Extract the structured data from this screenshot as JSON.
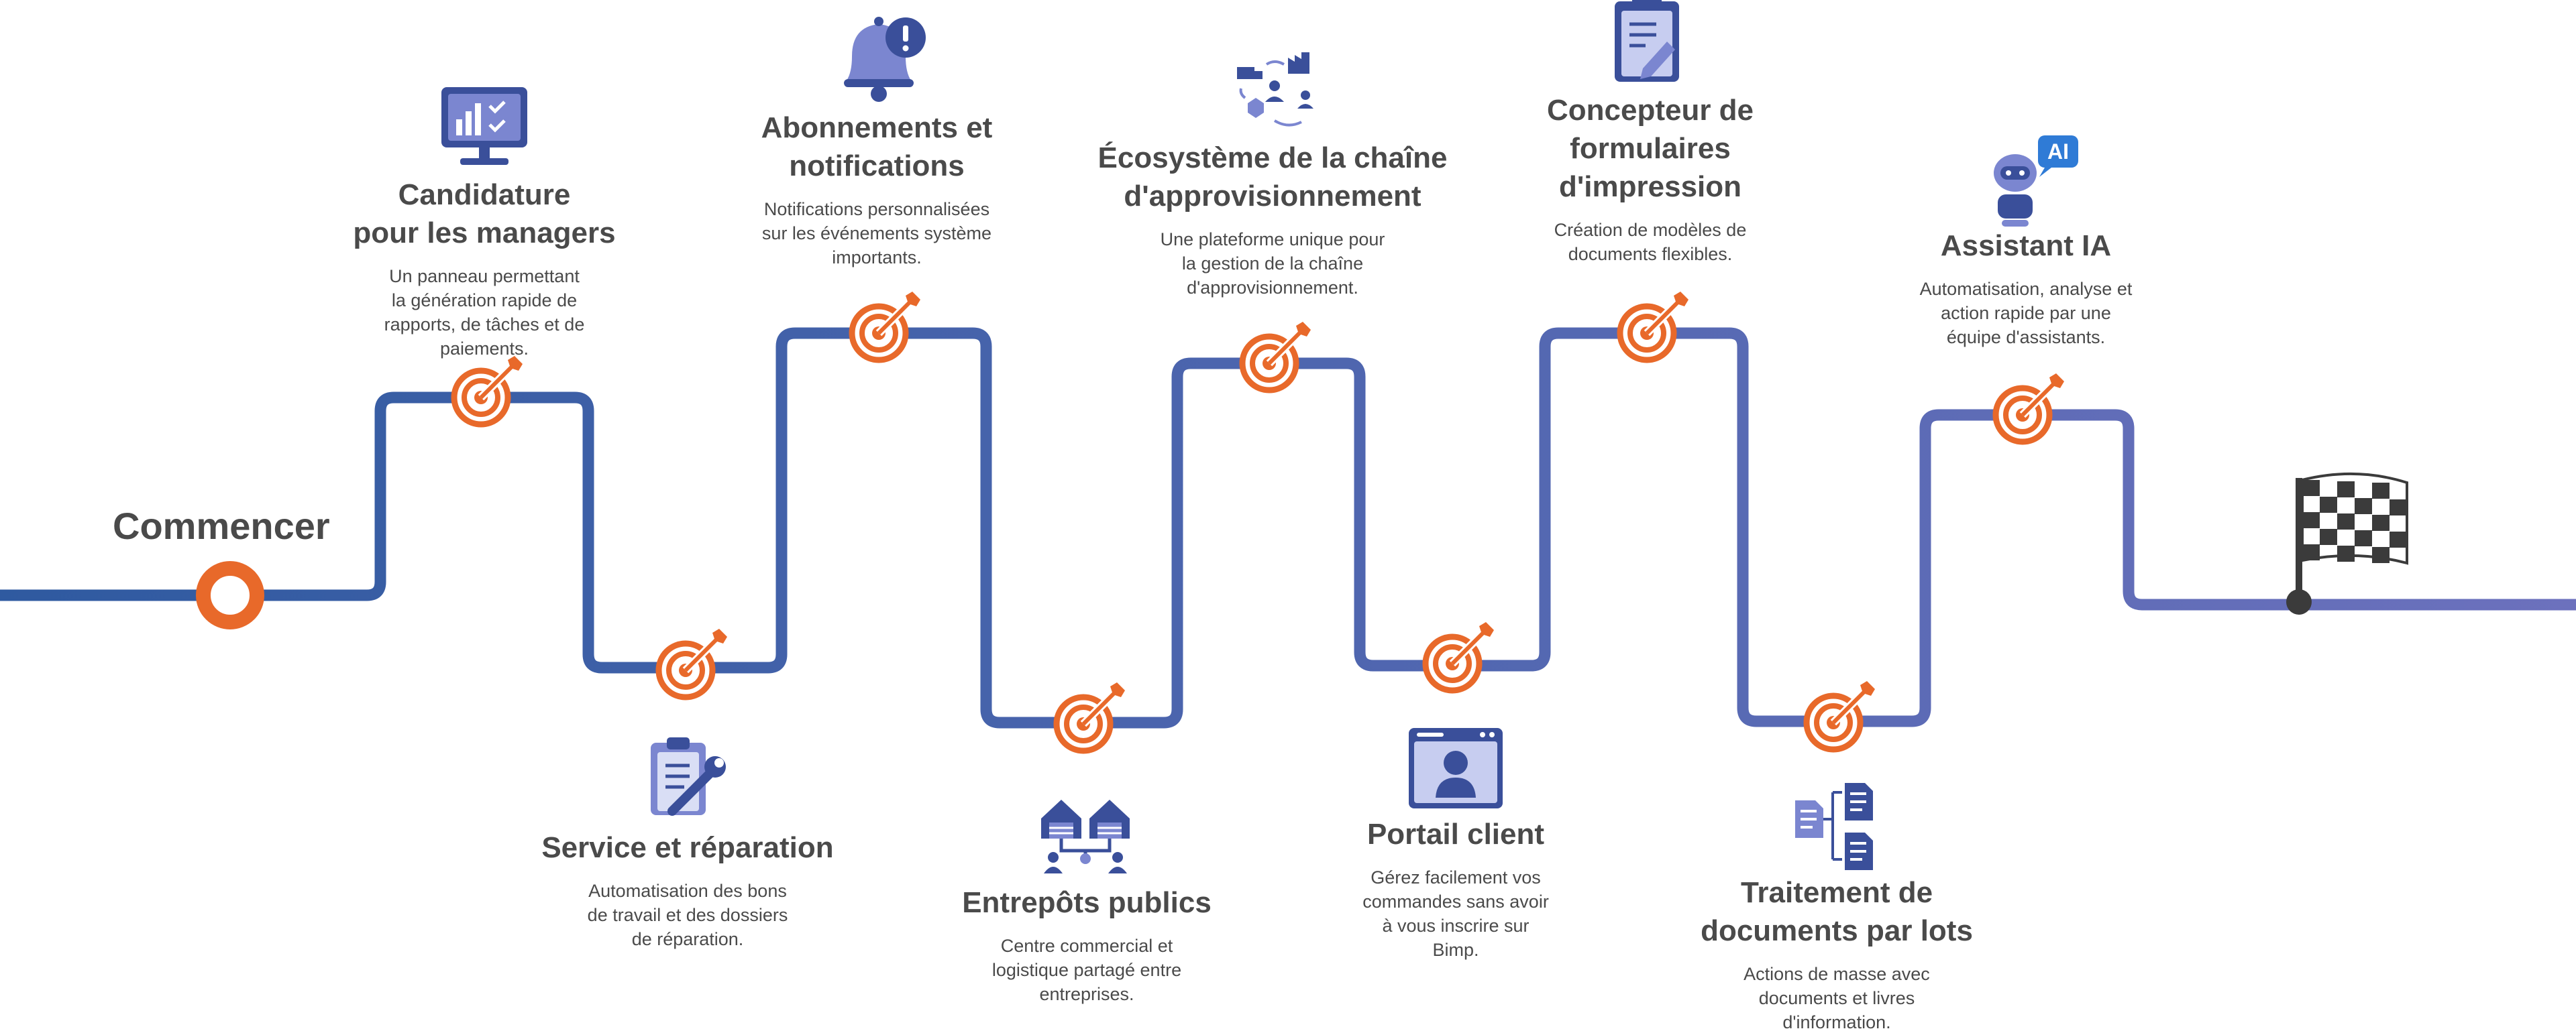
{
  "start": {
    "label": "Commencer"
  },
  "colors": {
    "path_start": "#2f5aa0",
    "path_end": "#6c71bd",
    "target": "#e8692a",
    "icon_dark": "#3a4f9a",
    "icon_light": "#7b86d0",
    "text": "#4a4a4a",
    "flag": "#3b3b3b"
  },
  "milestones": [
    {
      "id": "candidature",
      "icon": "monitor-dashboard-icon",
      "title": "Candidature\npour les managers",
      "desc": "Un panneau permettant\nla génération rapide de\nrapports, de tâches et de\npaiements."
    },
    {
      "id": "service",
      "icon": "clipboard-wrench-icon",
      "title": "Service et réparation",
      "desc": "Automatisation des bons\nde travail et des dossiers\nde réparation."
    },
    {
      "id": "abonnements",
      "icon": "bell-alert-icon",
      "title": "Abonnements et\nnotifications",
      "desc": "Notifications personnalisées\nsur les événements système\nimportants."
    },
    {
      "id": "entrepots",
      "icon": "warehouse-network-icon",
      "title": "Entrepôts publics",
      "desc": "Centre commercial et\nlogistique partagé entre\nentreprises."
    },
    {
      "id": "ecosysteme",
      "icon": "supply-chain-icon",
      "title": "Écosystème de la chaîne\nd'approvisionnement",
      "desc": "Une plateforme unique pour\nla gestion de la chaîne\nd'approvisionnement."
    },
    {
      "id": "portail",
      "icon": "user-window-icon",
      "title": "Portail client",
      "desc": "Gérez facilement vos\ncommandes sans avoir\nà vous inscrire sur\nBimp."
    },
    {
      "id": "concepteur",
      "icon": "clipboard-pen-icon",
      "title": "Concepteur de\nformulaires\nd'impression",
      "desc": "Création de modèles de\ndocuments flexibles."
    },
    {
      "id": "traitement",
      "icon": "document-batch-icon",
      "title": "Traitement de\ndocuments par lots",
      "desc": "Actions de masse avec\ndocuments et livres\nd'information."
    },
    {
      "id": "assistant",
      "icon": "robot-ai-icon",
      "title": "Assistant IA",
      "desc": "Automatisation, analyse et\naction rapide par une\néquipe d'assistants."
    }
  ],
  "finish": {
    "icon": "checkered-flag-icon"
  }
}
